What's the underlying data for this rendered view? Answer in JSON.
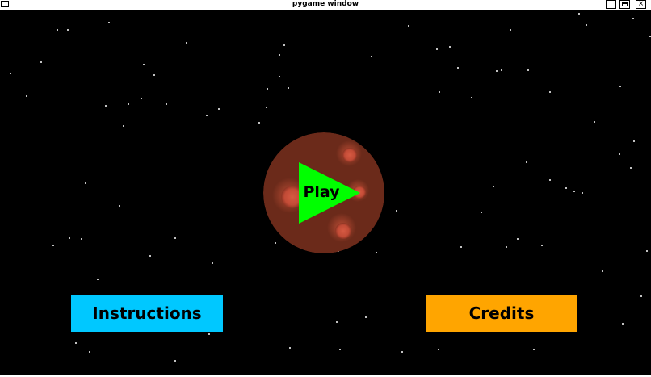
{
  "window": {
    "title": "pygame window",
    "controls": {
      "minimize": "",
      "maximize": "",
      "close": "×"
    }
  },
  "menu": {
    "play_label": "Play",
    "instructions_label": "Instructions",
    "credits_label": "Credits"
  },
  "colors": {
    "background": "#000000",
    "planet": "#6b2a1a",
    "crater": "#c4503a",
    "play_triangle": "#00ff00",
    "instructions_button": "#00c8ff",
    "credits_button": "#ffa500",
    "star": "#ffffff"
  },
  "icons": {
    "play": "play-triangle-icon",
    "window": "window-icon"
  }
}
